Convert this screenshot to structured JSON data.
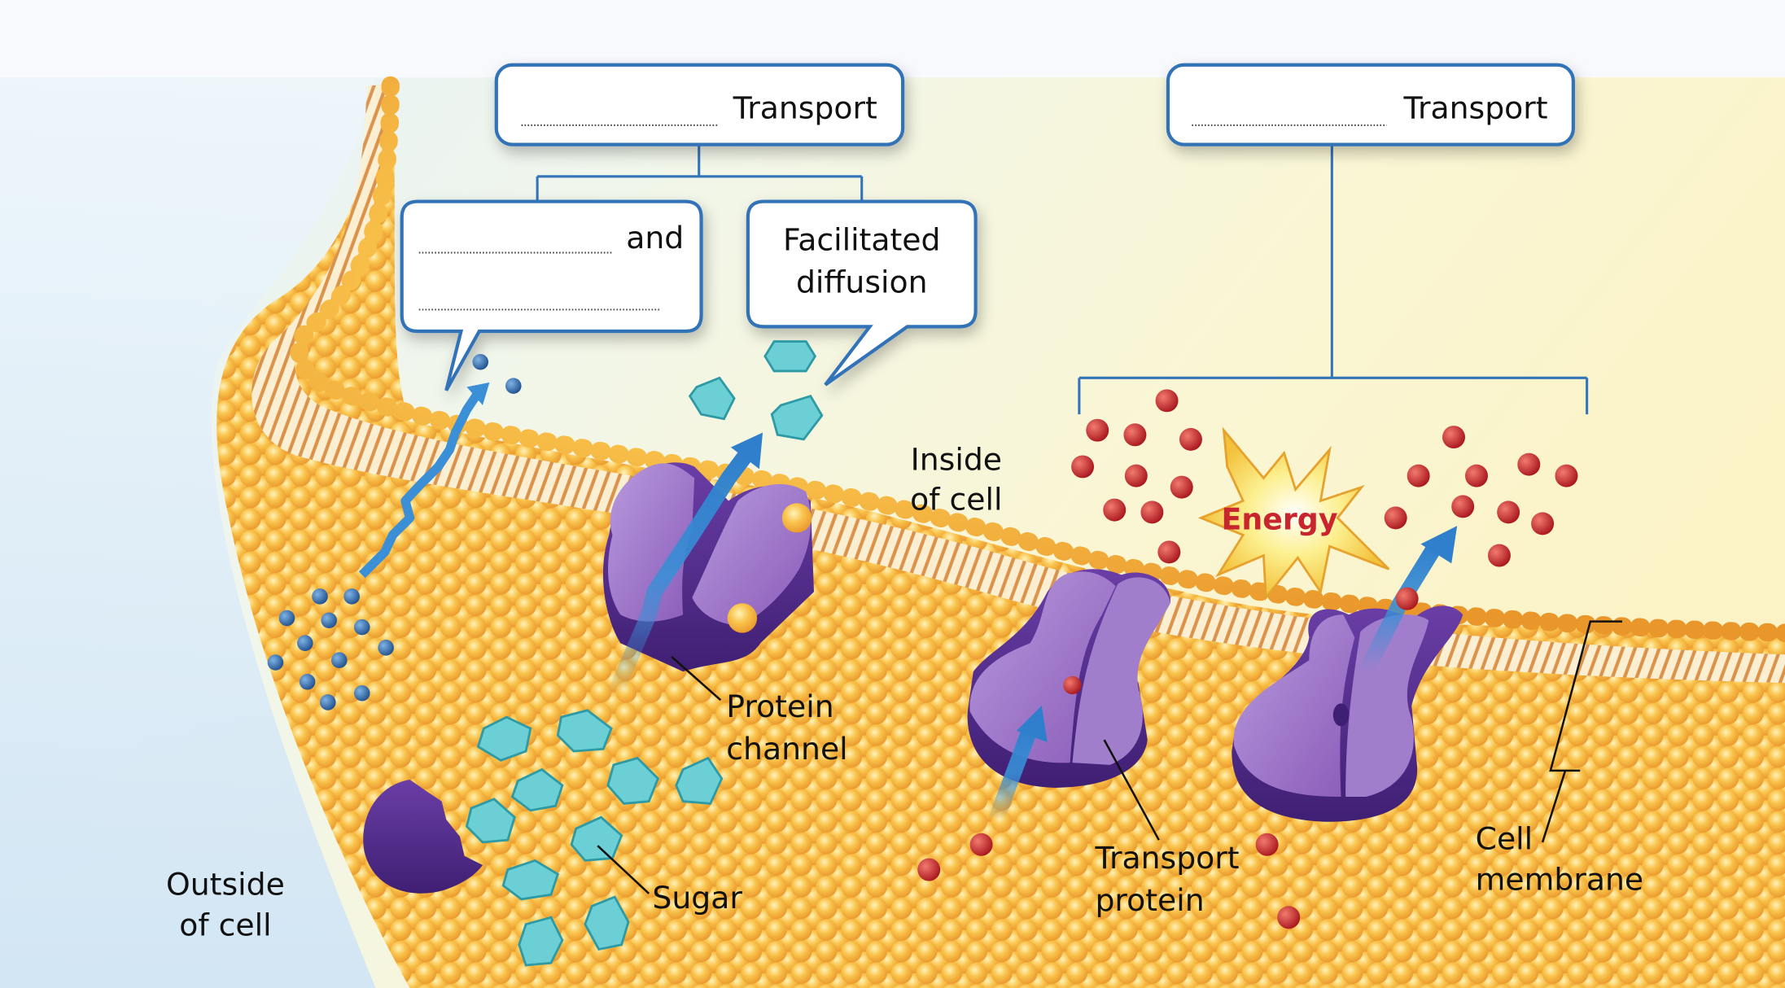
{
  "colors": {
    "box_border": "#3373b8",
    "membrane_head": "#f6b93b",
    "membrane_tail": "#d98c3a",
    "protein_purple": "#8a5bb8",
    "protein_dark": "#4f2a86",
    "small_molecule_blue": "#2f6aa8",
    "sugar_teal": "#6ccfd6",
    "ion_red": "#c8222a",
    "arrow_blue": "#3a8fd6",
    "energy_red": "#c8262e",
    "energy_burst": "#fbe36a"
  },
  "header": {
    "passive_box": {
      "title": "Transport",
      "blank": ""
    },
    "active_box": {
      "title": "Transport",
      "blank": ""
    }
  },
  "bubbles": {
    "diffusion": {
      "word": "and",
      "blank_1": "",
      "blank_2": ""
    },
    "facilitated": {
      "line_1": "Facilitated",
      "line_2": "diffusion"
    }
  },
  "labels": {
    "inside": [
      "Inside",
      "of cell"
    ],
    "outside": [
      "Outside",
      "of cell"
    ],
    "protein_channel": [
      "Protein",
      "channel"
    ],
    "sugar": "Sugar",
    "transport_protein": [
      "Transport",
      "protein"
    ],
    "cell_membrane": [
      "Cell",
      "membrane"
    ],
    "energy": "Energy"
  }
}
